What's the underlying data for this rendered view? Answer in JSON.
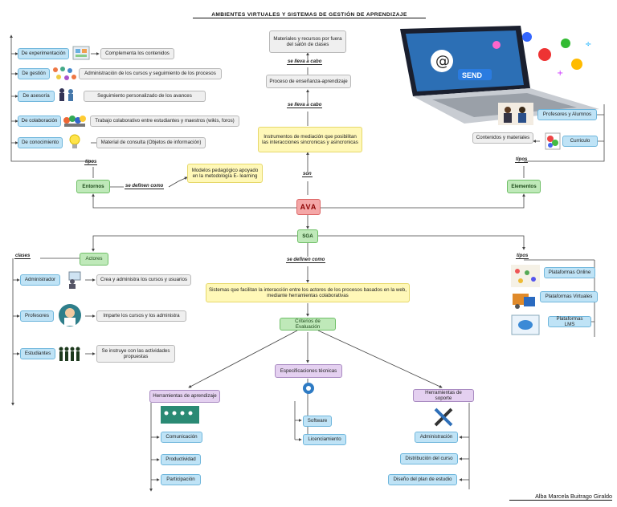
{
  "title": "AMBIENTES VIRTUALES Y SISTEMAS DE GESTIÓN DE APRENDIZAJE",
  "author": "Alba Marcela Buitrago Giraldo",
  "center": "AVA",
  "sga": "SGA",
  "laptop_send_text": "SEND",
  "top_column": {
    "box1": "Materiales y recursos por fuera del salón de clases",
    "link1": "se lleva a cabo",
    "box2": "Proceso de enseñanza-aprendizaje",
    "link2": "se lleva a cabo",
    "box3": "Instrumentos de mediación que posibilitan las interacciones sincronicas y asincronicas",
    "link3": "son"
  },
  "entornos": {
    "label": "Entornos",
    "link_tipos": "tipos",
    "link_define": "se definen como",
    "definition": "Modelos pedagógico apoyado en la metodología E- learning",
    "items": [
      {
        "name": "De experimentación",
        "desc": "Complementa los contenidos"
      },
      {
        "name": "De gestión",
        "desc": "Administración de los cursos y seguimiento de los procesos"
      },
      {
        "name": "De asesoría",
        "desc": "Seguimiento personalizado de los avances"
      },
      {
        "name": "De colaboración",
        "desc": "Trabajo colaborativo entre estudiantes y maestros (wikis, foros)"
      },
      {
        "name": "De conocimiento",
        "desc": "Material de consulta (Objetos de información)"
      }
    ]
  },
  "elementos": {
    "label": "Elementos",
    "link_tipos": "tipos",
    "items": [
      {
        "name": "Profesores y Alumnos"
      },
      {
        "name": "Contenidos y materiales"
      },
      {
        "name": "Curriculo"
      }
    ]
  },
  "actores": {
    "label": "Actores",
    "link_clases": "clases",
    "items": [
      {
        "name": "Administrador",
        "desc": "Crea y administra los cursos y usuarios"
      },
      {
        "name": "Profesores",
        "desc": "Imparte los cursos y los administra"
      },
      {
        "name": "Estudiantes",
        "desc": "Se instruye con las actividades propuestas"
      }
    ]
  },
  "plataformas": {
    "link_tipos": "tipos",
    "items": [
      "Plataformas Online",
      "Plataformas Virtuales",
      "Plataformas LMS"
    ]
  },
  "sga_link": "se definen como",
  "sga_definition": "Sistemas que facilitan la interacción entre los actores de los procesos basados en la web, mediante herramientas colaborativas",
  "criterios": "Criterios de Evaluación",
  "especificaciones": {
    "label": "Especificaciones técnicas",
    "items": [
      "Software",
      "Licenciamiento"
    ]
  },
  "herramientas_aprendizaje": {
    "label": "Herramientas de aprendizaje",
    "items": [
      "Comunicación",
      "Productividad",
      "Participación"
    ]
  },
  "herramientas_soporte": {
    "label": "Herramientas de soporte",
    "items": [
      "Administración",
      "Distribución del curso",
      "Diseño del plan de estudio"
    ]
  },
  "colors": {
    "line": "#444444",
    "blue": "#bfe3f6",
    "green": "#bfe9b9",
    "yellow": "#fff8b8",
    "purple": "#e4d0f0",
    "red": "#f4a7a7",
    "gray": "#efefef"
  }
}
